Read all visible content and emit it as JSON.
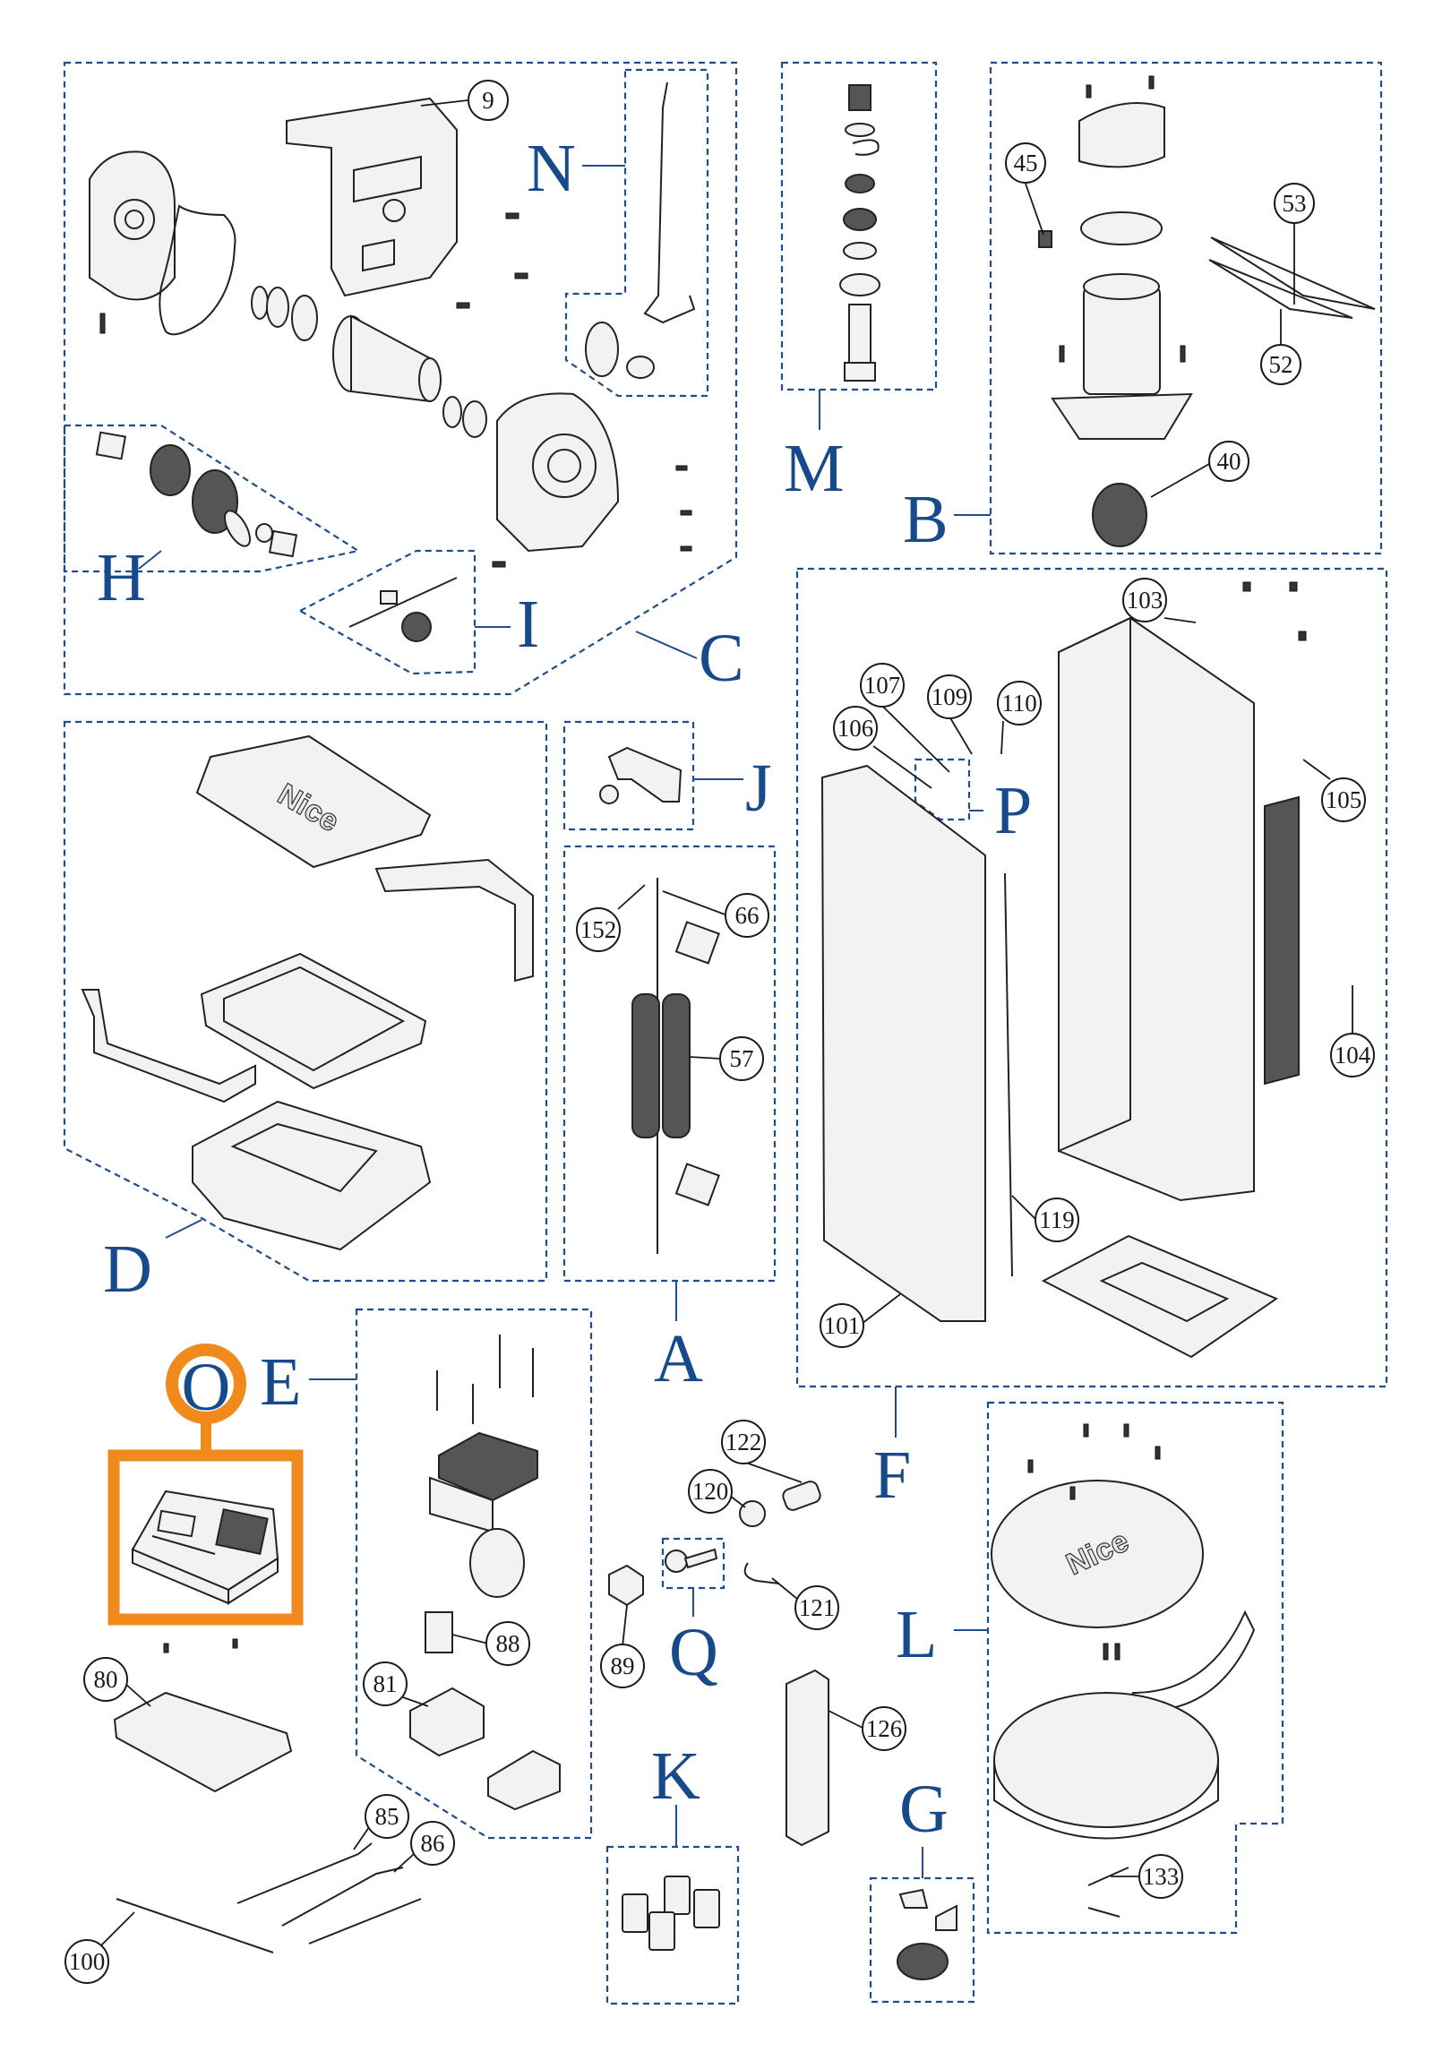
{
  "groups": {
    "A": "A",
    "B": "B",
    "C": "C",
    "D": "D",
    "E": "E",
    "F": "F",
    "G": "G",
    "H": "H",
    "I": "I",
    "J": "J",
    "K": "K",
    "L": "L",
    "M": "M",
    "N": "N",
    "O": "O",
    "P": "P",
    "Q": "Q"
  },
  "callouts": {
    "c9": "9",
    "c45": "45",
    "c53": "53",
    "c52": "52",
    "c40": "40",
    "c103": "103",
    "c107": "107",
    "c109": "109",
    "c110": "110",
    "c106": "106",
    "c105": "105",
    "c104": "104",
    "c119": "119",
    "c101": "101",
    "c152": "152",
    "c66": "66",
    "c57": "57",
    "c122": "122",
    "c120": "120",
    "c121": "121",
    "c89": "89",
    "c126": "126",
    "c88": "88",
    "c81": "81",
    "c80": "80",
    "c85": "85",
    "c86": "86",
    "c100": "100",
    "c133": "133"
  },
  "logos": {
    "cover_logo": "Nice",
    "round_logo": "Nice"
  },
  "highlight": {
    "group": "O",
    "color": "#f08a1c"
  },
  "colors": {
    "group_outline": "#1f4e8c",
    "group_letter": "#174a8b",
    "highlight": "#f08a1c"
  }
}
